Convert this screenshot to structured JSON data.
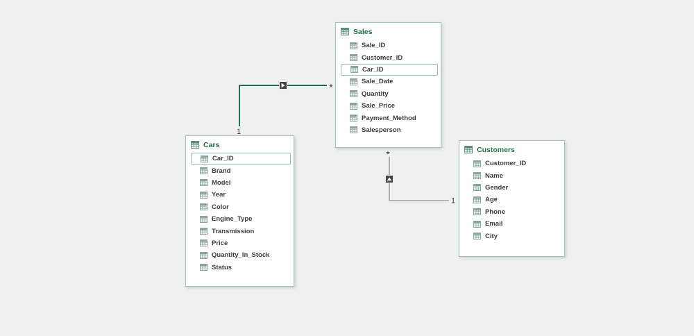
{
  "colors": {
    "background": "#f0f0f0",
    "table_border": "#a0c3b2",
    "table_title_green": "#217346",
    "field_text": "#3d3d3d",
    "selected_relationship_line": "#1f6f58",
    "relationship_line": "#8c8c8c",
    "selection_box_border": "#96c0af",
    "arrow_marker_fill": "#454545"
  },
  "tables": [
    {
      "name": "Sales",
      "fields": [
        {
          "label": "Sale_ID",
          "selected": false
        },
        {
          "label": "Customer_ID",
          "selected": false
        },
        {
          "label": "Car_ID",
          "selected": true
        },
        {
          "label": "Sale_Date",
          "selected": false
        },
        {
          "label": "Quantity",
          "selected": false
        },
        {
          "label": "Sale_Price",
          "selected": false
        },
        {
          "label": "Payment_Method",
          "selected": false
        },
        {
          "label": "Salesperson",
          "selected": false
        }
      ]
    },
    {
      "name": "Cars",
      "fields": [
        {
          "label": "Car_ID",
          "selected": true
        },
        {
          "label": "Brand",
          "selected": false
        },
        {
          "label": "Model",
          "selected": false
        },
        {
          "label": "Year",
          "selected": false
        },
        {
          "label": "Color",
          "selected": false
        },
        {
          "label": "Engine_Type",
          "selected": false
        },
        {
          "label": "Transmission",
          "selected": false
        },
        {
          "label": "Price",
          "selected": false
        },
        {
          "label": "Quantity_In_Stock",
          "selected": false
        },
        {
          "label": "Status",
          "selected": false
        }
      ]
    },
    {
      "name": "Customers",
      "fields": [
        {
          "label": "Customer_ID",
          "selected": false
        },
        {
          "label": "Name",
          "selected": false
        },
        {
          "label": "Gender",
          "selected": false
        },
        {
          "label": "Age",
          "selected": false
        },
        {
          "label": "Phone",
          "selected": false
        },
        {
          "label": "Email",
          "selected": false
        },
        {
          "label": "City",
          "selected": false
        }
      ]
    }
  ],
  "relationships": [
    {
      "from": "Cars",
      "to": "Sales",
      "one_label": "1",
      "many_label": "*",
      "selected": true
    },
    {
      "from": "Sales",
      "to": "Customers",
      "one_label": "1",
      "many_label": "*",
      "selected": false
    }
  ]
}
